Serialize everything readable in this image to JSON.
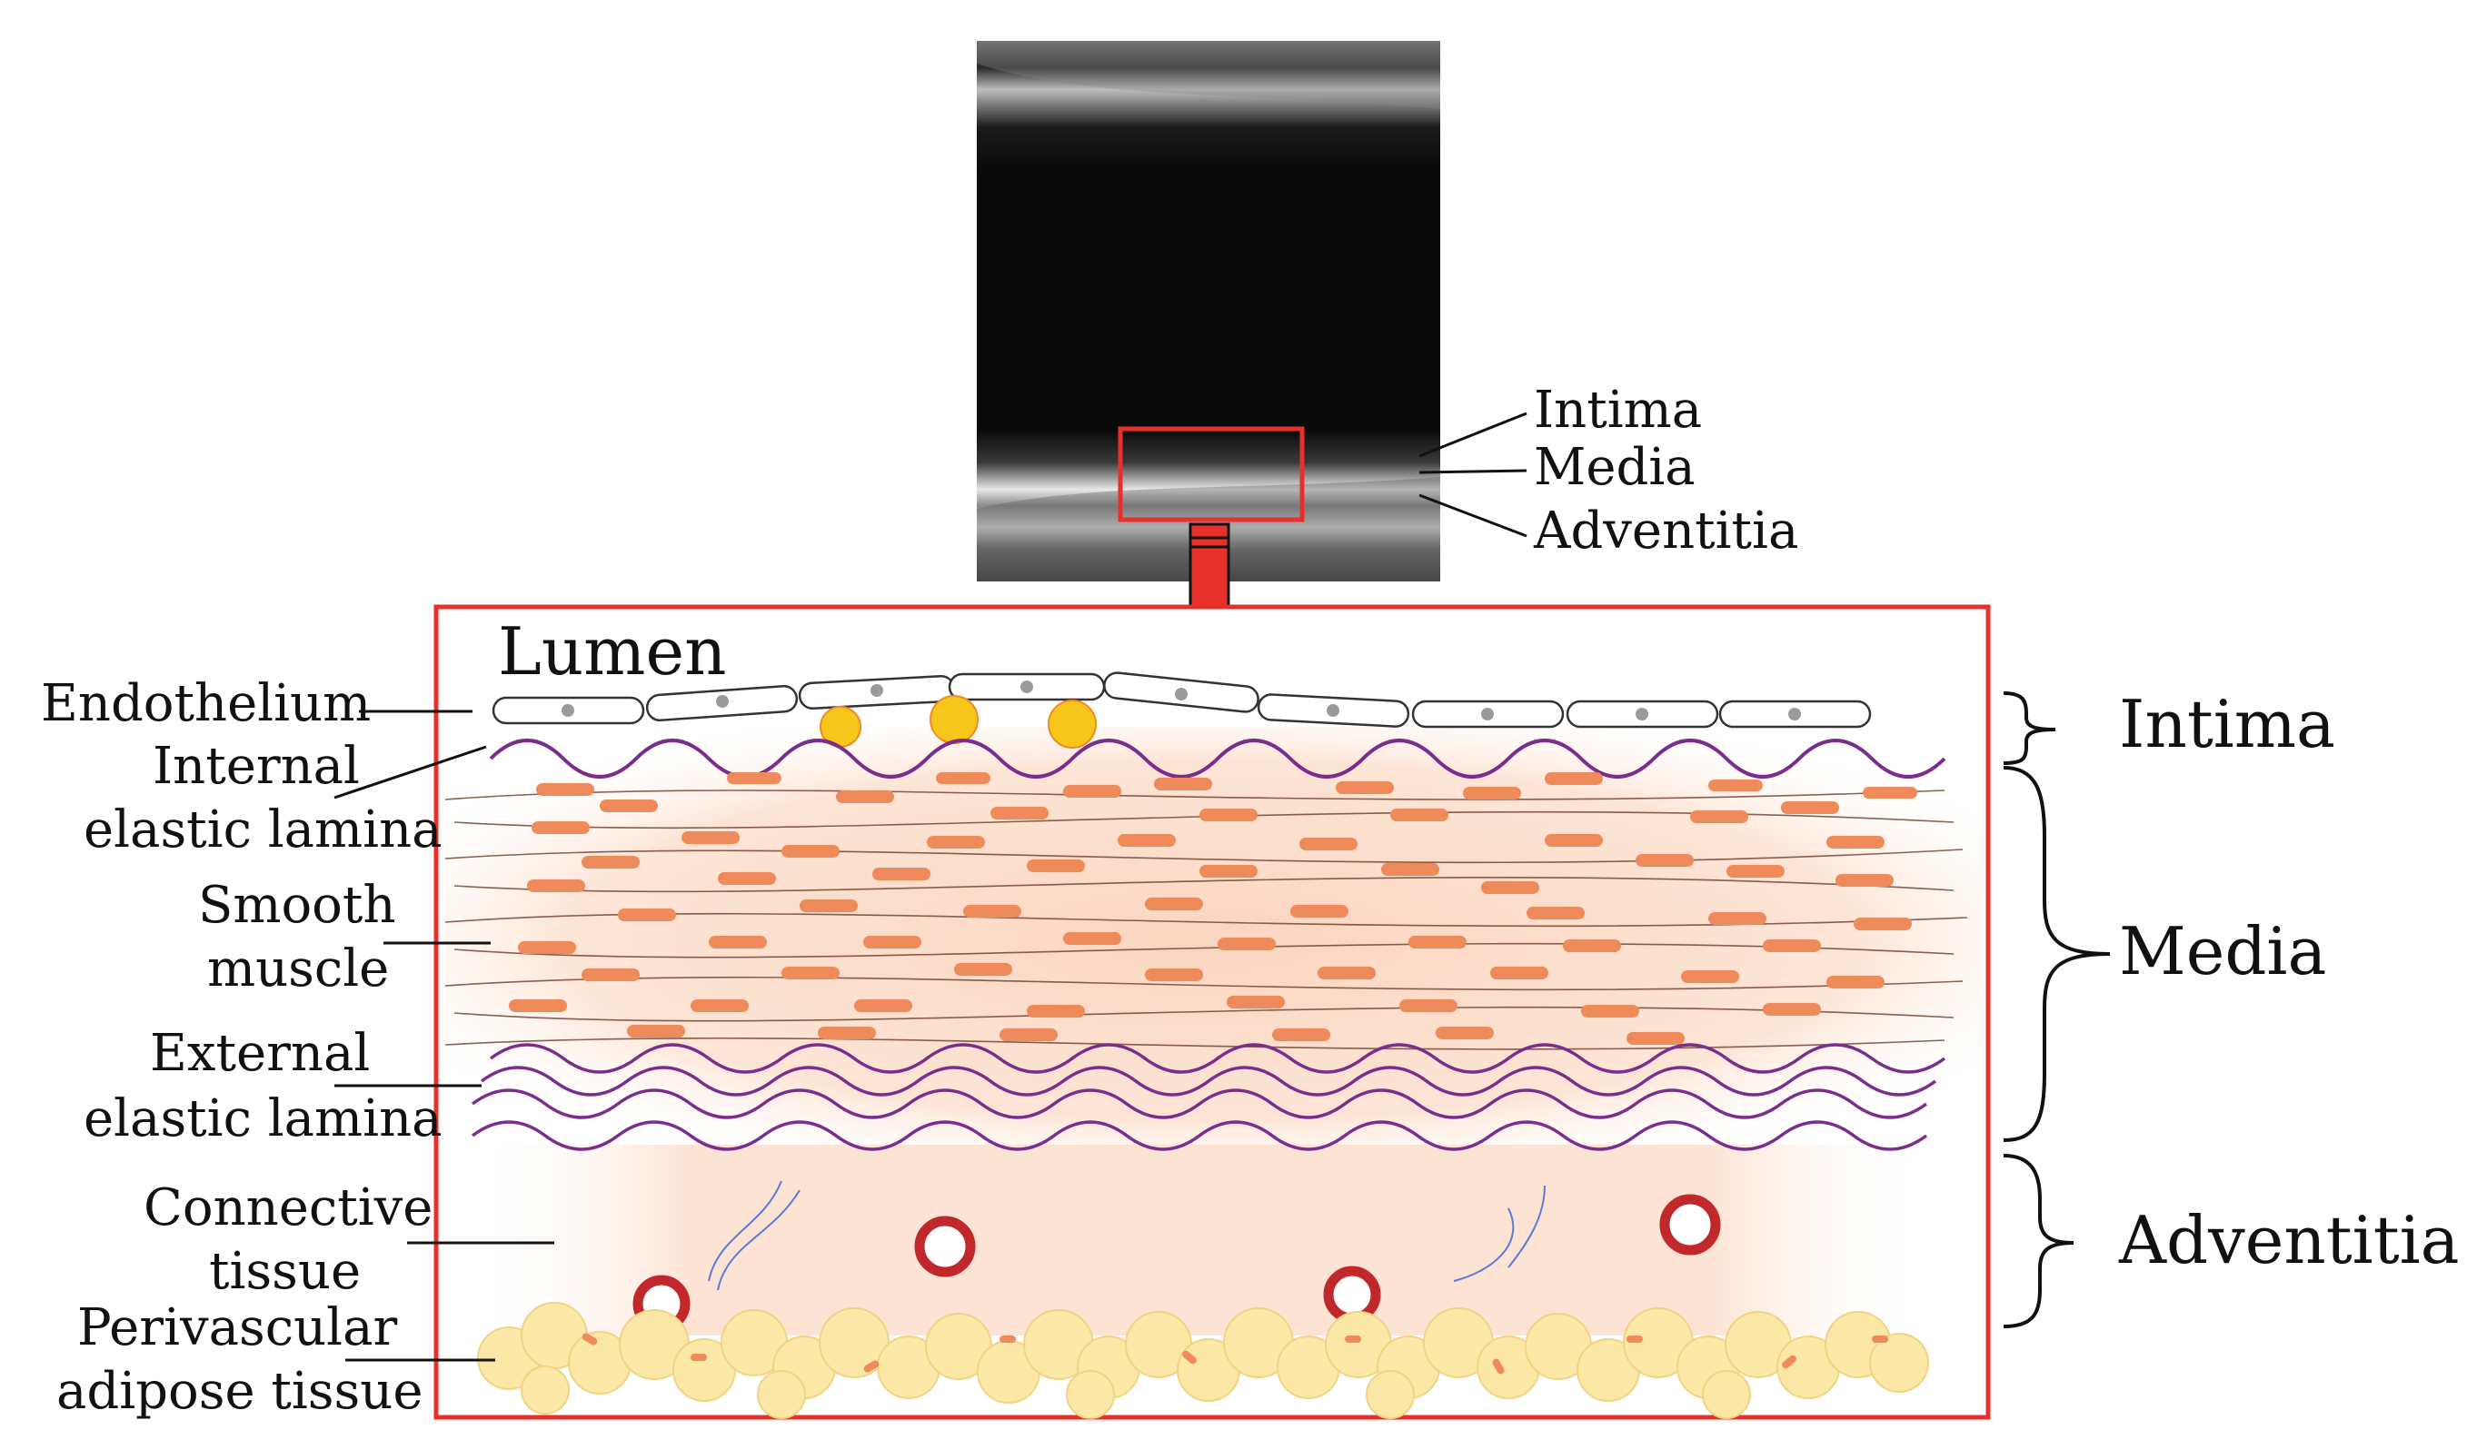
{
  "ultrasound": {
    "labels": {
      "intima": "Intima",
      "media": "Media",
      "adventitia": "Adventitia"
    }
  },
  "detail": {
    "lumen": "Lumen",
    "left_labels": {
      "endothelium": "Endothelium",
      "internal_elastic_lamina_1": "Internal",
      "internal_elastic_lamina_2": "elastic lamina",
      "smooth_muscle_1": "Smooth",
      "smooth_muscle_2": "muscle",
      "external_elastic_lamina_1": "External",
      "external_elastic_lamina_2": "elastic lamina",
      "connective_tissue_1": "Connective",
      "connective_tissue_2": "tissue",
      "perivascular_adipose_1": "Perivascular",
      "perivascular_adipose_2": "adipose tissue"
    },
    "layer_labels": {
      "intima": "Intima",
      "media": "Media",
      "adventitia": "Adventitia"
    }
  },
  "colors": {
    "highlight_red": "#e8302a",
    "elastic_purple": "#7b2d8e",
    "smc_nucleus": "#ef8a5a",
    "adipose": "#fbe7a6",
    "vessel_red": "#c0282c"
  }
}
